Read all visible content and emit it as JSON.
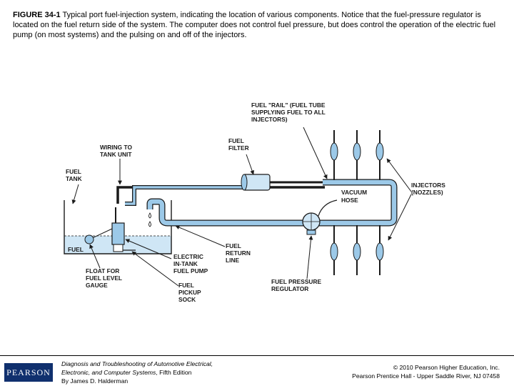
{
  "caption": {
    "figure_label": "FIGURE 34-1",
    "text": " Typical port fuel-injection system, indicating the location of various components. Notice that the fuel-pressure regulator is located on the fuel return side of the system. The computer does not control fuel pressure, but does control the operation of the electric fuel pump (on most systems) and the pulsing on and off of the injectors."
  },
  "labels": {
    "rail_1": "FUEL \"RAIL\" (FUEL TUBE",
    "rail_2": "SUPPLYING FUEL TO ALL",
    "rail_3": "INJECTORS)",
    "wiring_1": "WIRING TO",
    "wiring_2": "TANK UNIT",
    "filter_1": "FUEL",
    "filter_2": "FILTER",
    "tank_1": "FUEL",
    "tank_2": "TANK",
    "vacuum_1": "VACUUM",
    "vacuum_2": "HOSE",
    "injectors_1": "INJECTORS",
    "injectors_2": "(NOZZLES)",
    "fuel_in_tank": "FUEL",
    "pump_1": "ELECTRIC",
    "pump_2": "IN-TANK",
    "pump_3": "FUEL PUMP",
    "return_1": "FUEL",
    "return_2": "RETURN",
    "return_3": "LINE",
    "float_1": "FLOAT FOR",
    "float_2": "FUEL LEVEL",
    "float_3": "GAUGE",
    "sock_1": "FUEL",
    "sock_2": "PICKUP",
    "sock_3": "SOCK",
    "regulator_1": "FUEL PRESSURE",
    "regulator_2": "REGULATOR"
  },
  "footer": {
    "logo_text": "PEARSON",
    "book_line1": "Diagnosis and Troubleshooting of Automotive Electrical,",
    "book_line2": "Electronic, and Computer Systems",
    "book_line2_suffix": ", Fifth Edition",
    "book_line3": "By James D. Halderman",
    "copyright_line1": "© 2010 Pearson Higher Education, Inc.",
    "copyright_line2": "Pearson Prentice Hall - Upper Saddle River, NJ 07458"
  },
  "colors": {
    "fuel_line": "#9cc9e8",
    "fuel_line_edge": "#1a1a1a",
    "fuel_fill": "#cfe6f5",
    "accent": "#10306e"
  }
}
